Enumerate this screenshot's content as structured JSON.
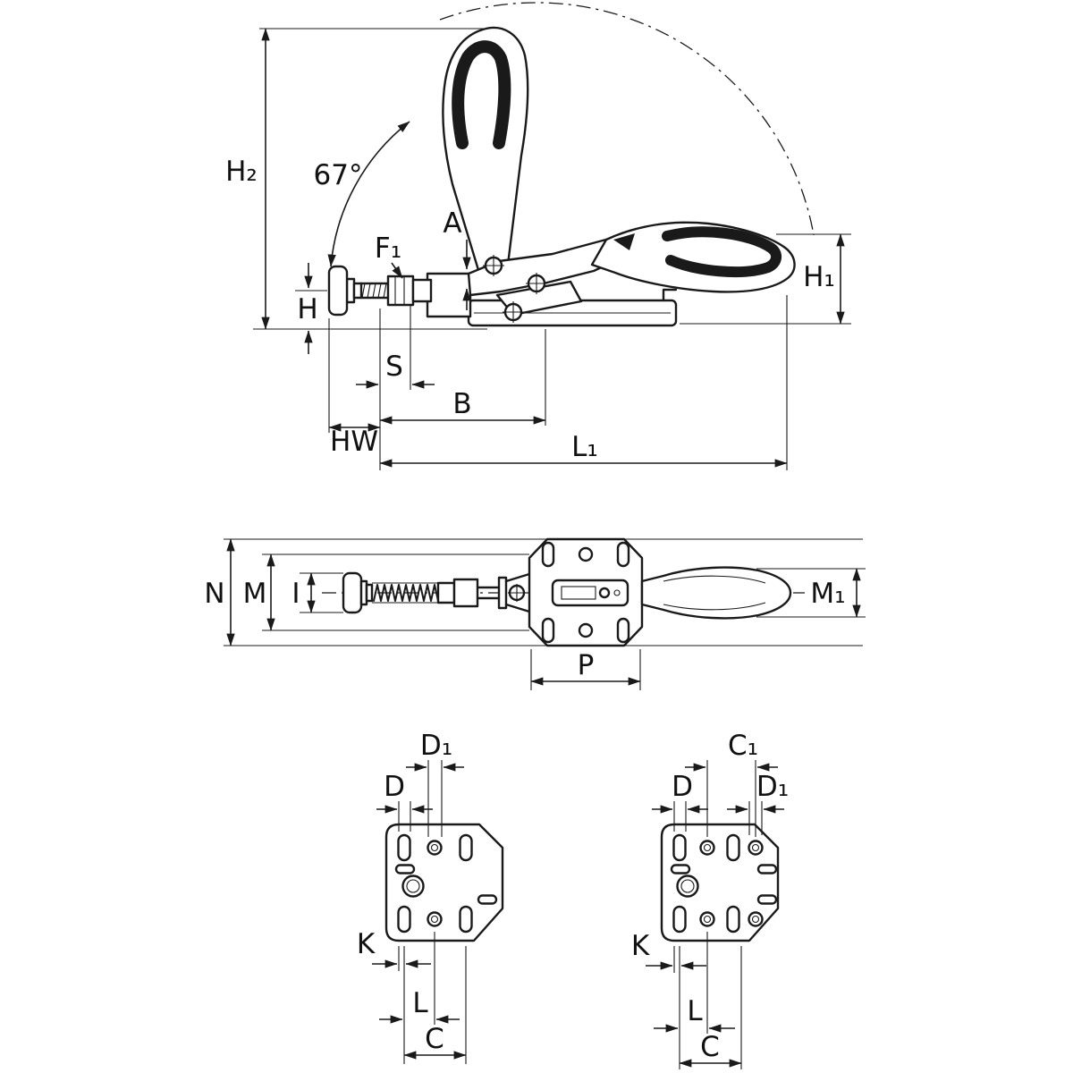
{
  "drawing": {
    "kind": "toggle-clamp dimensional drawing",
    "colors": {
      "ink": "#1a1a1a",
      "background": "#ffffff"
    }
  },
  "labels": {
    "h2": "H₂",
    "angle": "67°",
    "f1": "F₁",
    "a": "A",
    "h": "H",
    "h1": "H₁",
    "s": "S",
    "b": "B",
    "hw": "HW",
    "l1": "L₁",
    "n": "N",
    "m": "M",
    "i": "I",
    "m1": "M₁",
    "p": "P",
    "left_d1": "D₁",
    "left_d": "D",
    "left_k": "K",
    "left_l": "L",
    "left_c": "C",
    "right_c1": "C₁",
    "right_d": "D",
    "right_d1": "D₁",
    "right_k": "K",
    "right_l": "L",
    "right_c": "C"
  }
}
